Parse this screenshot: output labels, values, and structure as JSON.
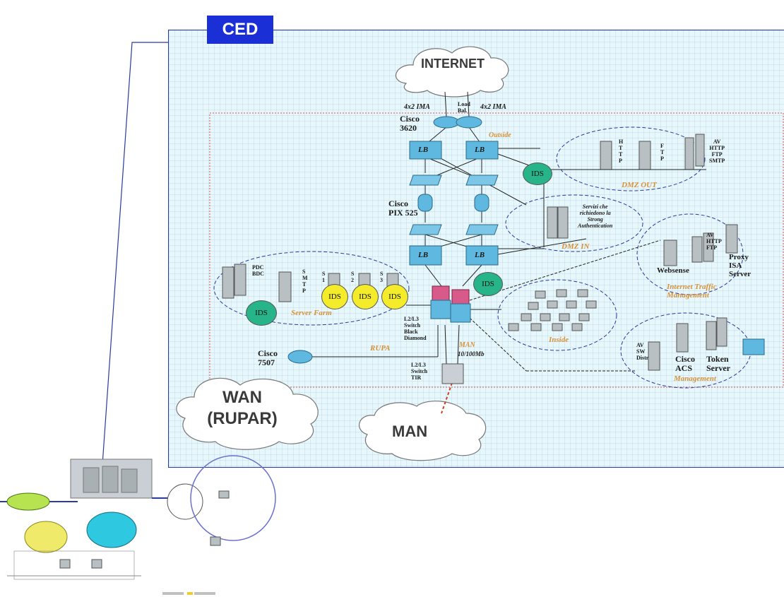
{
  "ced_tab": "CED",
  "clouds": {
    "internet": "INTERNET",
    "wan": "WAN\n(RUPAR)",
    "man": "MAN"
  },
  "links": {
    "ima_left": "4x2 IMA",
    "ima_right": "4x2 IMA",
    "load_bal": "Load\nBal.",
    "cisco_3620": "Cisco\n3620",
    "outside": "Outside",
    "pix": "Cisco\nPIX 525",
    "lb": "LB",
    "rupa": "RUPA",
    "man_link": "MAN",
    "speed": "10/100Mb",
    "cisco_7507": "Cisco\n7507",
    "switch_bd": "L2/L3\nSwitch\nBlack\nDiamond",
    "switch_tir": "L2/L3\nSwitch\nTIR"
  },
  "dmz_out": {
    "label": "DMZ OUT",
    "server1": "H\nT\nT\nP",
    "server2": "F\nT\nP",
    "server3": "AV\nHTTP\nFTP\nSMTP"
  },
  "dmz_in": {
    "label": "DMZ IN",
    "desc": "Servizi che\nrichiedono la\nStrong\nAuthentication"
  },
  "itm": {
    "label": "Internet Traffic\nManagement",
    "websense": "Websense",
    "proxy": "Proxy\nISA\nServer",
    "av": "AV\nHTTP\nFTP"
  },
  "server_farm": {
    "label": "Server Farm",
    "pdc": "PDC\nBDC",
    "smtp": "S\nM\nT\nP",
    "s1": "S\n1",
    "s2": "S\n2",
    "s3": "S\n3"
  },
  "inside": {
    "label": "Inside"
  },
  "management": {
    "label": "Management",
    "av": "AV\nSW\nDistr",
    "acs": "Cisco\nACS",
    "token": "Token\nServer"
  },
  "ids_label": "IDS",
  "colors": {
    "tab": "#1a2fd6",
    "panel": "#e8f7fb",
    "device": "#5fb8e0",
    "ids_green": "#27b489",
    "ids_yellow": "#f4ec2a",
    "accent": "#d7923a"
  }
}
